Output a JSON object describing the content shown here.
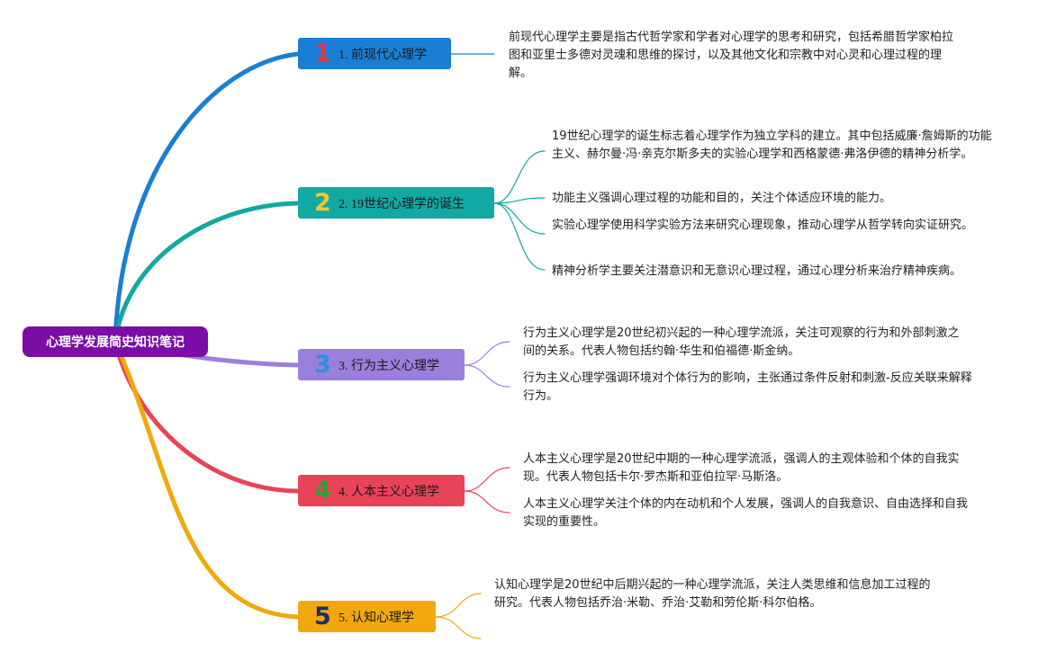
{
  "root": {
    "label": "心理学发展简史知识笔记"
  },
  "branches": [
    {
      "num": "1",
      "label": "1. 前现代心理学",
      "color": "#1a7fd4",
      "num_color": "#e2364c",
      "notes": [
        "前现代心理学主要是指古代哲学家和学者对心理学的思考和研究，包括希腊哲学家柏拉图和亚里士多德对灵魂和思维的探讨，以及其他文化和宗教中对心灵和心理过程的理解。"
      ]
    },
    {
      "num": "2",
      "label": "2. 19世纪心理学的诞生",
      "color": "#12a8a3",
      "num_color": "#f1c832",
      "notes": [
        "19世纪心理学的诞生标志着心理学作为独立学科的建立。其中包括威廉·詹姆斯的功能主义、赫尔曼·冯·亲克尔斯多夫的实验心理学和西格蒙德·弗洛伊德的精神分析学。",
        "功能主义强调心理过程的功能和目的，关注个体适应环境的能力。",
        "实验心理学使用科学实验方法来研究心理现象，推动心理学从哲学转向实证研究。",
        "精神分析学主要关注潜意识和无意识心理过程，通过心理分析来治疗精神疾病。"
      ]
    },
    {
      "num": "3",
      "label": "3. 行为主义心理学",
      "color": "#9b7fdc",
      "num_color": "#2e8fe0",
      "notes": [
        "行为主义心理学是20世纪初兴起的一种心理学流派，关注可观察的行为和外部刺激之间的关系。代表人物包括约翰·华生和伯福德·斯金纳。",
        "行为主义心理学强调环境对个体行为的影响，主张通过条件反射和刺激-反应关联来解释行为。"
      ]
    },
    {
      "num": "4",
      "label": "4. 人本主义心理学",
      "color": "#e94359",
      "num_color": "#2e9e3a",
      "notes": [
        "人本主义心理学是20世纪中期的一种心理学流派，强调人的主观体验和个体的自我实现。代表人物包括卡尔·罗杰斯和亚伯拉罕·马斯洛。",
        "人本主义心理学关注个体的内在动机和个人发展，强调人的自我意识、自由选择和自我实现的重要性。"
      ]
    },
    {
      "num": "5",
      "label": "5. 认知心理学",
      "color": "#f1a80c",
      "num_color": "#1c2f66",
      "notes": [
        "认知心理学是20世纪中后期兴起的一种心理学流派，关注人类思维和信息加工过程的研究。代表人物包括乔治·米勒、乔治·艾勒和劳伦斯·科尔伯格。"
      ]
    }
  ]
}
